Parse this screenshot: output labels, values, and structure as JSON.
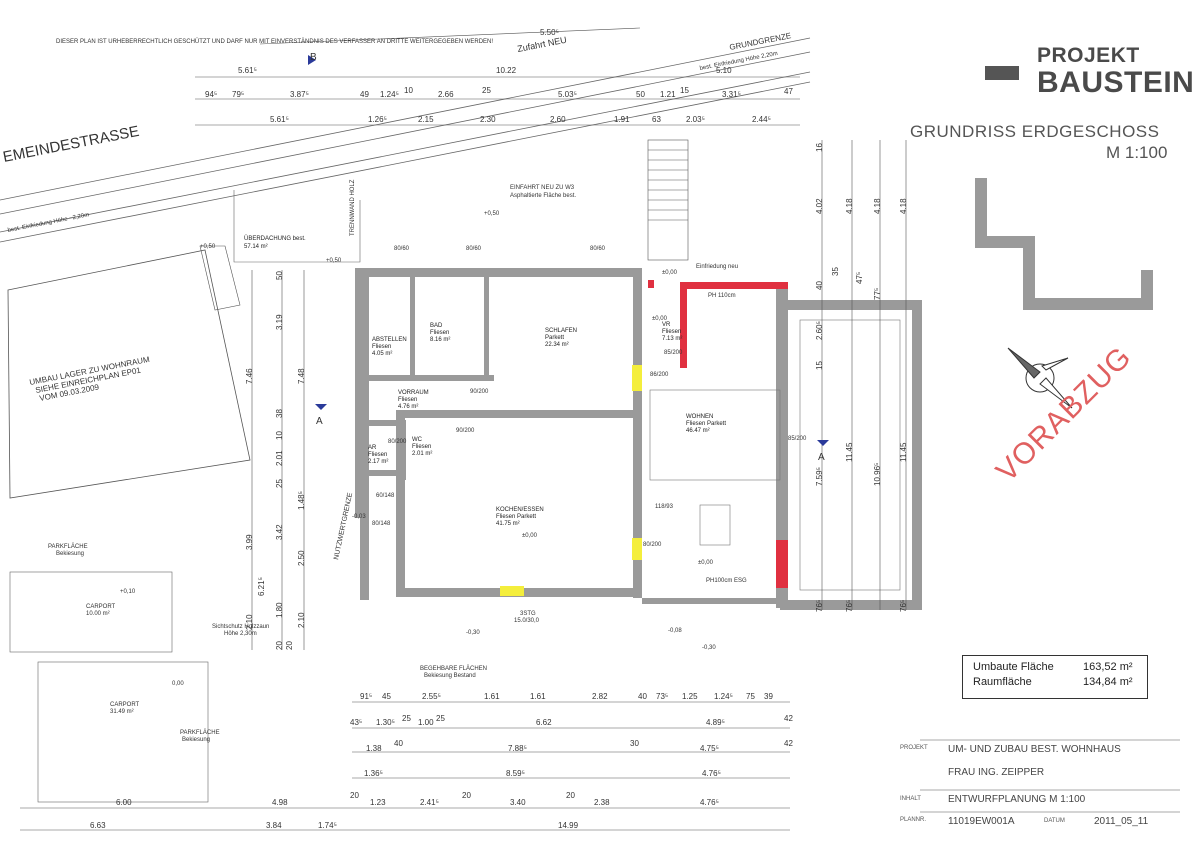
{
  "brand": {
    "line1": "PROJEKT",
    "line2": "BAUSTEIN"
  },
  "title": {
    "name": "GRUNDRISS ERDGESCHOSS",
    "scale": "M 1:100"
  },
  "stamp": "VORABZUG",
  "copyright_note": "DIESER PLAN IST URHEBERRECHTLICH GESCHÜTZT UND DARF NUR MIT EINVERSTÄNDNIS DES VERFASSER AN DRITTE WEITERGEGEBEN WERDEN!",
  "site_labels": {
    "street": "EMEINDESTRASSE",
    "zufahrt": "Zufahrt NEU",
    "grundgrenze": "GRUNDGRENZE",
    "einfriedung_top": "best. Einfriedung Höhe 2,20m",
    "einfriedung_left": "best. Einfriedung Höhe ~2,20m",
    "einfahrt_line1": "EINFAHRT NEU ZU W3",
    "einfahrt_line2": "Asphaltierte Fläche best.",
    "ueberdachung": "ÜBERDACHUNG best.",
    "ueberdachung_area": "57.14 m²",
    "umbau_line1": "UMBAU LAGER ZU WOHNRAUM",
    "umbau_line2": "SIEHE EINREICHPLAN EP01",
    "umbau_line3": "VOM 09.03.2009",
    "nutzwertgrenze": "NUTZWERTGRENZE",
    "trennwand": "TRENNWAND HOLZ",
    "parkflaeche1": "PARKFLÄCHE",
    "parkflaeche1_sub": "Bekiesung",
    "carport1": "CARPORT",
    "carport1_area": "10.00 m²",
    "sichtschutz_line1": "Sichtschutz Holzzaun",
    "sichtschutz_line2": "Höhe 2,30m",
    "carport2": "CARPORT",
    "carport2_area": "31.49 m²",
    "parkflaeche2": "PARKFLÄCHE",
    "parkflaeche2_sub": "Bekiesung",
    "begehbare_line1": "BEGEHBARE FLÄCHEN",
    "begehbare_line2": "Bekiesung Bestand",
    "stg": "3STG",
    "stg_sub": "15.0/30,0",
    "section_a": "A",
    "section_b": "B",
    "ph110": "PH 110cm",
    "ph100": "PH100cm ESG",
    "einfriedung_neu": "Einfriedung neu"
  },
  "rooms": [
    {
      "name": "ABSTELLEN",
      "finish": "Fliesen",
      "area": "4.05 m²"
    },
    {
      "name": "BAD",
      "finish": "Fliesen",
      "area": "8.16 m²"
    },
    {
      "name": "SCHLAFEN",
      "finish": "Parkett",
      "area": "22.34 m²"
    },
    {
      "name": "VORRAUM",
      "finish": "Fliesen",
      "area": "4.76 m²"
    },
    {
      "name": "WC",
      "finish": "Fliesen",
      "area": "2.01 m²"
    },
    {
      "name": "AR",
      "finish": "Fliesen",
      "area": "2.17 m²"
    },
    {
      "name": "WOHNEN",
      "finish": "Fliesen Parkett",
      "area": "46.47 m²"
    },
    {
      "name": "VR",
      "finish": "Fliesen",
      "area": "7.13 m²"
    },
    {
      "name": "KOCHEN/ESSEN",
      "finish": "Fliesen Parkett",
      "area": "41.75 m²"
    }
  ],
  "levels": [
    "+0,50",
    "+0,50",
    "+0,50",
    "±0,00",
    "±0,00",
    "±0,00",
    "±0,00",
    "-0,03",
    "-0,30",
    "-0,30",
    "-0,08",
    "+0,10",
    "0,00"
  ],
  "door_labels": [
    "90/200",
    "85/200",
    "86/200",
    "80/200",
    "118/93",
    "90/200",
    "80/200",
    "85/200",
    "80/148",
    "60/148",
    "80/60",
    "80/60",
    "80/60"
  ],
  "dims_top": {
    "row_a": [
      "5.50⁵"
    ],
    "row_b": [
      "5.61⁵",
      "10.22",
      "5.10",
      "47"
    ],
    "row_c": [
      "94⁵",
      "79⁵",
      "3.87⁵",
      "49",
      "1.24⁵",
      "10",
      "2.66",
      "25",
      "5.03⁵",
      "50",
      "1.21",
      "15",
      "3.31⁵"
    ],
    "row_d": [
      "5.61⁵",
      "1.26⁵",
      "2.15",
      "2.30",
      "2.60",
      "1.91",
      "63",
      "2.03⁵",
      "2.44⁵"
    ]
  },
  "dims_left": [
    "7.46",
    "7.48",
    "3.19",
    "50",
    "38",
    "10",
    "2.01",
    "25",
    "1.48⁵",
    "3.99",
    "3.42",
    "2.50",
    "6.21⁵",
    "1.80",
    "2.10",
    "20",
    "2.10",
    "20"
  ],
  "dims_right": [
    "16",
    "4.02",
    "4.18",
    "4.18",
    "4.18",
    "35",
    "47⁵",
    "40",
    "77⁵",
    "2.60⁵",
    "15",
    "11.45",
    "11.45",
    "7.59⁵",
    "10.96⁵",
    "76⁵",
    "76⁵",
    "76⁵"
  ],
  "dims_bottom": {
    "row_1": [
      "91⁵",
      "45",
      "2.55⁵",
      "1.61",
      "1.61",
      "2.82",
      "40",
      "73⁵",
      "1.25",
      "1.24⁵",
      "75",
      "39"
    ],
    "row_2": [
      "43⁵",
      "1.30⁵",
      "25",
      "1.00",
      "25",
      "6.62",
      "4.89⁵",
      "42"
    ],
    "row_3": [
      "1.38",
      "40",
      "7.88⁵",
      "30",
      "4.75⁵",
      "42"
    ],
    "row_4": [
      "1.36⁵",
      "8.59⁵",
      "4.76⁵"
    ],
    "row_5": [
      "20",
      "1.23",
      "2.41⁵",
      "20",
      "3.40",
      "20",
      "2.38",
      "4.76⁵"
    ],
    "row_6": [
      "6.00",
      "4.98"
    ],
    "row_7": [
      "6.63",
      "3.84",
      "1.74⁵",
      "14.99"
    ]
  },
  "area_summary": {
    "label1": "Umbaute Fläche",
    "value1": "163,52 m²",
    "label2": "Raumfläche",
    "value2": "134,84 m²"
  },
  "title_block": {
    "projekt_label": "PROJEKT",
    "projekt_line1": "UM- UND ZUBAU BEST. WOHNHAUS",
    "projekt_line2": "FRAU ING. ZEIPPER",
    "inhalt_label": "INHALT",
    "inhalt": "ENTWURFPLANUNG  M 1:100",
    "plannr_label": "PLANNR.",
    "plannr": "11019EW001A",
    "datum_label": "DATUM",
    "datum": "2011_05_11"
  },
  "colors": {
    "wall": "#9a9a9a",
    "wall_new": "#e03040",
    "door_highlight": "#f4ee3c",
    "stamp": "#e06060",
    "line": "#444444"
  }
}
